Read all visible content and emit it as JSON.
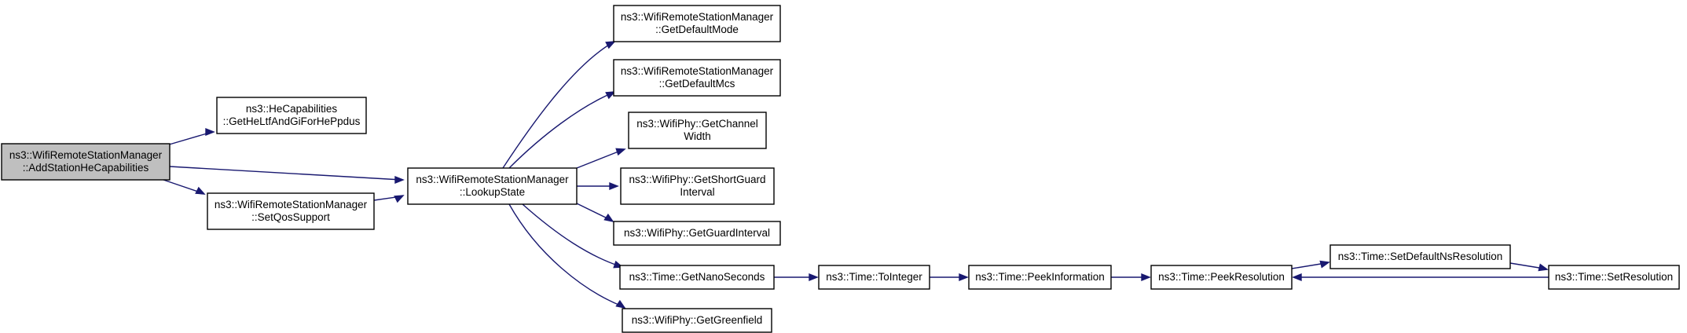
{
  "nodes": [
    {
      "id": "add_he",
      "lines": [
        "ns3::WifiRemoteStationManager",
        "::AddStationHeCapabilities"
      ],
      "highlight": true
    },
    {
      "id": "he_ltf",
      "lines": [
        "ns3::HeCapabilities",
        "::GetHeLtfAndGiForHePpdus"
      ]
    },
    {
      "id": "set_qos",
      "lines": [
        "ns3::WifiRemoteStationManager",
        "::SetQosSupport"
      ]
    },
    {
      "id": "lookup",
      "lines": [
        "ns3::WifiRemoteStationManager",
        "::LookupState"
      ]
    },
    {
      "id": "def_mode",
      "lines": [
        "ns3::WifiRemoteStationManager",
        "::GetDefaultMode"
      ]
    },
    {
      "id": "def_mcs",
      "lines": [
        "ns3::WifiRemoteStationManager",
        "::GetDefaultMcs"
      ]
    },
    {
      "id": "chan_width",
      "lines": [
        "ns3::WifiPhy::GetChannel",
        "Width"
      ]
    },
    {
      "id": "short_gi",
      "lines": [
        "ns3::WifiPhy::GetShortGuard",
        "Interval"
      ]
    },
    {
      "id": "guard_int",
      "lines": [
        "ns3::WifiPhy::GetGuardInterval"
      ]
    },
    {
      "id": "nano",
      "lines": [
        "ns3::Time::GetNanoSeconds"
      ]
    },
    {
      "id": "greenfield",
      "lines": [
        "ns3::WifiPhy::GetGreenfield"
      ]
    },
    {
      "id": "to_int",
      "lines": [
        "ns3::Time::ToInteger"
      ]
    },
    {
      "id": "peek_info",
      "lines": [
        "ns3::Time::PeekInformation"
      ]
    },
    {
      "id": "peek_res",
      "lines": [
        "ns3::Time::PeekResolution"
      ]
    },
    {
      "id": "set_def_ns",
      "lines": [
        "ns3::Time::SetDefaultNsResolution"
      ]
    },
    {
      "id": "set_res",
      "lines": [
        "ns3::Time::SetResolution"
      ]
    }
  ],
  "edges": [
    {
      "from": "add_he",
      "to": "he_ltf"
    },
    {
      "from": "add_he",
      "to": "lookup"
    },
    {
      "from": "add_he",
      "to": "set_qos"
    },
    {
      "from": "set_qos",
      "to": "lookup"
    },
    {
      "from": "lookup",
      "to": "def_mode"
    },
    {
      "from": "lookup",
      "to": "def_mcs"
    },
    {
      "from": "lookup",
      "to": "chan_width"
    },
    {
      "from": "lookup",
      "to": "short_gi"
    },
    {
      "from": "lookup",
      "to": "guard_int"
    },
    {
      "from": "lookup",
      "to": "nano"
    },
    {
      "from": "lookup",
      "to": "greenfield"
    },
    {
      "from": "nano",
      "to": "to_int"
    },
    {
      "from": "to_int",
      "to": "peek_info"
    },
    {
      "from": "peek_info",
      "to": "peek_res"
    },
    {
      "from": "peek_res",
      "to": "set_def_ns"
    },
    {
      "from": "set_def_ns",
      "to": "set_res"
    },
    {
      "from": "set_res",
      "to": "peek_res"
    }
  ]
}
